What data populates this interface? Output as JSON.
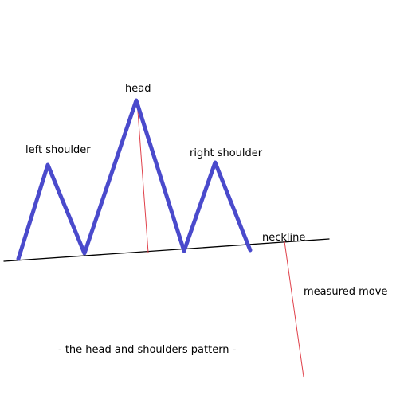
{
  "labels": {
    "head": "head",
    "left_shoulder": "left shoulder",
    "right_shoulder": "right shoulder",
    "neckline": "neckline",
    "measured_move": "measured move",
    "caption": "- the head and shoulders pattern -"
  },
  "colors": {
    "price_line": "#4a4acc",
    "neckline": "#000000",
    "measure_line": "#e0404a",
    "text": "#000000",
    "background": "#ffffff"
  }
}
